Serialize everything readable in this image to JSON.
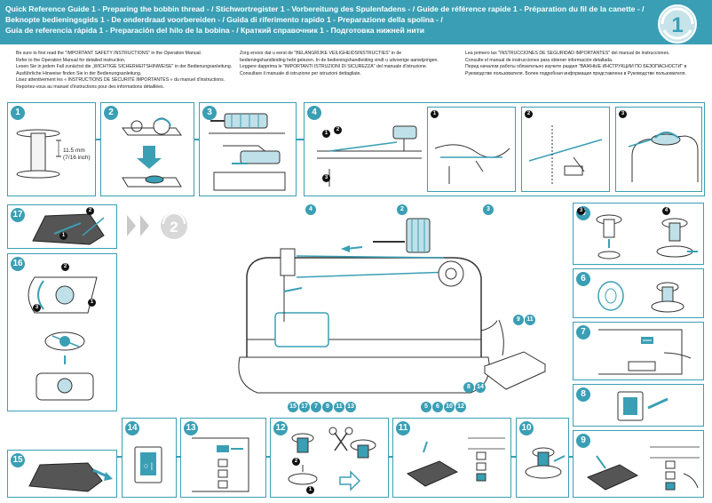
{
  "header": {
    "lines": [
      "Quick Reference Guide 1 - Preparing the bobbin thread - / Stichwortregister 1 - Vorbereitung des Spulenfadens - / Guide de référence rapide 1 - Préparation du fil de la canette - /",
      "Beknopte bedieningsgids 1 - De onderdraad voorbereiden - / Guida di riferimento rapido 1 - Preparazione della spolina - /",
      "Guía de referencia rápida 1 - Preparación del hilo de la bobina - / Краткий справочник 1 - Подготовка нижней нити"
    ],
    "logo_number": "1"
  },
  "intro": {
    "col1": [
      "Be sure to first read the \"IMPORTANT SAFETY INSTRUCTIONS\" in the Operation Manual.",
      "Refer to the Operation Manual for detailed instruction.",
      "Lesen Sie in jedem Fall zunächst die „WICHTIGE SICHERHEITSHINWEISE\" in der Bedienungsanleitung.",
      "Ausführliche Hinweise finden Sie in der Bedienungsanleitung.",
      "Lisez attentivement les « INSTRUCTIONS DE SÉCURITÉ IMPORTANTES » du manuel d'instructions.",
      "Reportez-vous au manuel d'instructions pour des informations détaillées."
    ],
    "col2": [
      "Zorg ervoor dat u eerst de \"BELANGRIJKE VEILIGHEIDSINSTRUCTIES\" in de",
      "bedieningshandleiding hebt gelezen. In de bedieningshandleiding vindt u uitvoerige aanwijzingen.",
      "Leggere dapprima le \"IMPORTANTI ISTRUZIONI DI SICUREZZA\" del manuale d'istruzione.",
      "Consultare il manuale di istruzione per istruzioni dettagliate."
    ],
    "col3": [
      "Lea primero las \"INSTRUCCIONES DE SEGURIDAD IMPORTANTES\" del manual de instrucciones.",
      "Consulte el manual de instrucciones para obtener información detallada.",
      "Перед началом работы обязательно изучите раздел \"ВАЖНЫЕ ИНСТРУКЦИИ ПО БЕЗОПАСНОСТИ\" в",
      "Руководстве пользователя. Более подробная информация представлена в Руководстве пользователя."
    ]
  },
  "steps": {
    "s1": "1",
    "s2": "2",
    "s3": "3",
    "s4": "4",
    "s4a": "1",
    "s4b": "2",
    "s4c": "3",
    "s5": "5",
    "s6": "6",
    "s7": "7",
    "s8": "8",
    "s9": "9",
    "s10": "10",
    "s11": "11",
    "s12": "12",
    "s13": "13",
    "s14": "14",
    "s15": "15",
    "s16": "16",
    "s17": "17"
  },
  "step1": {
    "measure_mm": "11.5 mm",
    "measure_in": "(7/16 inch)"
  },
  "next_guide": "2",
  "machine_callouts": {
    "c_top_left_1": "4",
    "c_top_left_2": "2",
    "c_top_right": "3",
    "c_right_1": "9",
    "c_right_2": "11",
    "c_bottom_right_1": "8",
    "c_bottom_right_2": "14",
    "c_bottom_mid": [
      "5",
      "6",
      "10",
      "12"
    ],
    "c_bottom_left": [
      "15",
      "17",
      "7",
      "9",
      "11",
      "13"
    ]
  },
  "step4_labels": {
    "a": "1",
    "b": "2",
    "c": "3"
  },
  "step5_labels": {
    "a": "3",
    "b": "4"
  },
  "step12_labels": {
    "a": "1",
    "b": "2"
  },
  "step16_labels": {
    "a": "2",
    "b": "1",
    "c": "3"
  },
  "step17_labels": {
    "a": "2",
    "b": "1"
  },
  "colors": {
    "accent": "#3a9fb5",
    "thread": "#3a9fb5",
    "dark": "#111111",
    "gray": "#c9c9c9"
  }
}
